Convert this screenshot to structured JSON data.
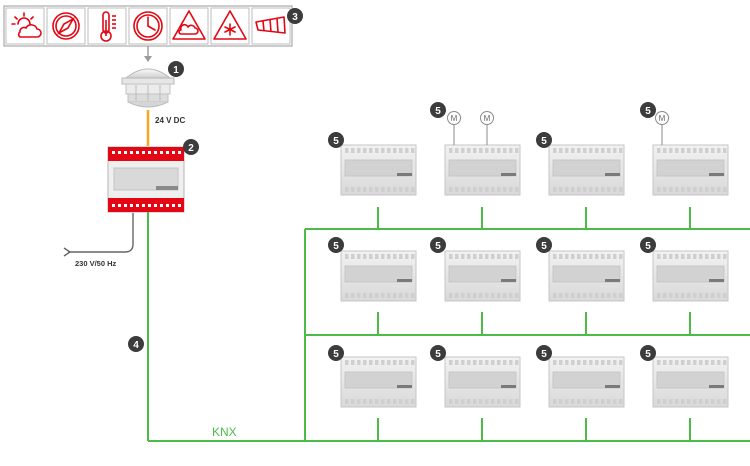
{
  "icons": [
    {
      "icon": "sun-cloud-icon"
    },
    {
      "icon": "compass-icon"
    },
    {
      "icon": "thermometer-icon"
    },
    {
      "icon": "clock-icon"
    },
    {
      "icon": "rain-warning-icon"
    },
    {
      "icon": "frost-warning-icon"
    },
    {
      "icon": "windsock-icon"
    }
  ],
  "labels": {
    "dc_voltage": "24 V DC",
    "mains": "230 V/50 Hz",
    "bus": "KNX",
    "motor": "M"
  },
  "callouts": {
    "weather_station": "1",
    "power_supply": "2",
    "sensor_functions": "3",
    "bus_line": "4",
    "actuator": "5"
  },
  "colors": {
    "accent_red": "#e30613",
    "bus_green": "#4cbb47",
    "dc_orange": "#f5a623",
    "badge_dark": "#3c3c3c"
  }
}
